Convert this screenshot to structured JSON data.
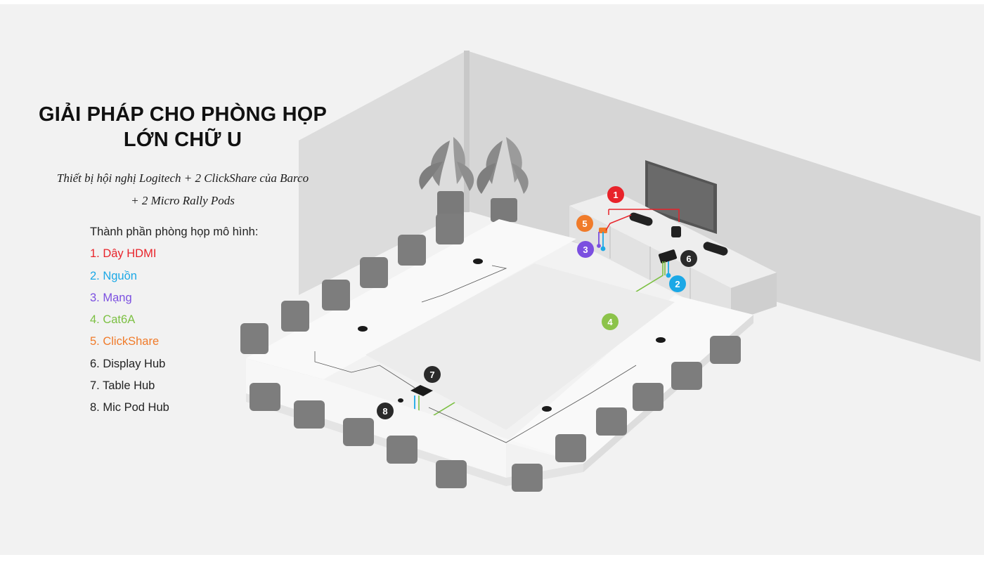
{
  "title_lines": [
    "GIẢI PHÁP CHO PHÒNG HỌP",
    "LỚN CHỮ U"
  ],
  "subtitle_lines": [
    "Thiết bị hội nghị Logitech + 2 ClickShare của Barco",
    "+ 2 Micro Rally Pods"
  ],
  "legend": {
    "heading": "Thành phần phòng họp mô hình:",
    "items": [
      {
        "label": "1. Dây HDMI",
        "color": "#e8232a"
      },
      {
        "label": "2. Nguồn",
        "color": "#1ba8e6"
      },
      {
        "label": "3. Mạng",
        "color": "#7b4fe0"
      },
      {
        "label": "4. Cat6A",
        "color": "#7cc043"
      },
      {
        "label": "5. ClickShare",
        "color": "#f07b2a"
      },
      {
        "label": "6. Display Hub",
        "color": "#222222"
      },
      {
        "label": "7. Table Hub",
        "color": "#222222"
      },
      {
        "label": "8. Mic Pod Hub",
        "color": "#222222"
      }
    ]
  },
  "markers": [
    {
      "label": "1",
      "color": "#e8232a"
    },
    {
      "label": "2",
      "color": "#1ba8e6"
    },
    {
      "label": "3",
      "color": "#7b4fe0"
    },
    {
      "label": "4",
      "color": "#8cc34a"
    },
    {
      "label": "5",
      "color": "#f07b2a"
    },
    {
      "label": "6",
      "color": "#2a2a2a"
    },
    {
      "label": "7",
      "color": "#2a2a2a"
    },
    {
      "label": "8",
      "color": "#2a2a2a"
    }
  ]
}
